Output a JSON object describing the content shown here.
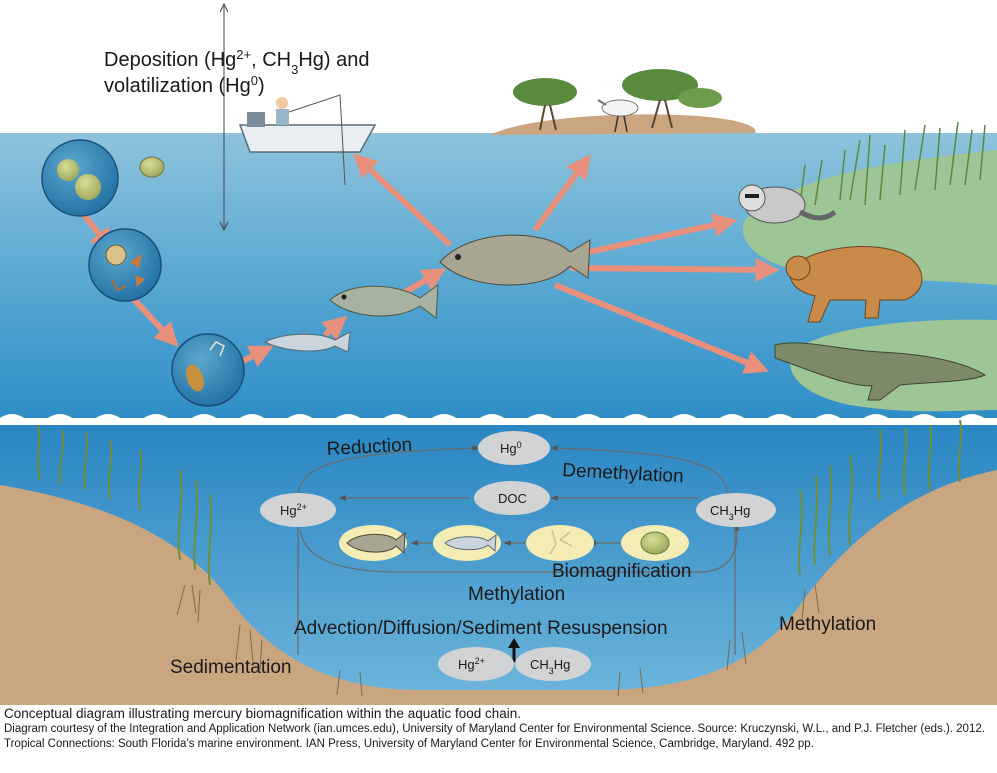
{
  "atmosphere": {
    "deposition_text_line1": "Deposition (Hg2+, CH3Hg) and",
    "deposition_text_line2": "volatilization (Hg0)"
  },
  "nodes": {
    "hg0": "Hg0",
    "hg2_left": "Hg2+",
    "doc": "DOC",
    "ch3hg_right": "CH3Hg",
    "hg2_sediment": "Hg2+",
    "ch3hg_sediment": "CH3Hg"
  },
  "labels": {
    "reduction": "Reduction",
    "demethylation": "Demethylation",
    "biomagnification": "Biomagnification",
    "methylation_center": "Methylation",
    "methylation_right": "Methylation",
    "advection": "Advection/Diffusion/Sediment Resuspension",
    "sedimentation": "Sedimentation"
  },
  "caption": {
    "title": "Conceptual diagram illustrating mercury biomagnification within the aquatic food chain.",
    "credit": "Diagram courtesy of the Integration and Application Network (ian.umces.edu), University of Maryland Center for Environmental Science. Source: Kruczynski, W.L., and P.J. Fletcher (eds.). 2012. Tropical Connections: South Florida’s marine environment. IAN Press, University of Maryland Center for Environmental Science, Cambridge, Maryland. 492 pp."
  },
  "colors": {
    "water_top": "#8ec3dc",
    "water_deep": "#2f8ec7",
    "sediment": "#c9a67f",
    "arrow": "#e8907c",
    "node_fill": "#d2d3d5",
    "shore": "#9dc596",
    "phytoplankton": "#c8d07a"
  }
}
